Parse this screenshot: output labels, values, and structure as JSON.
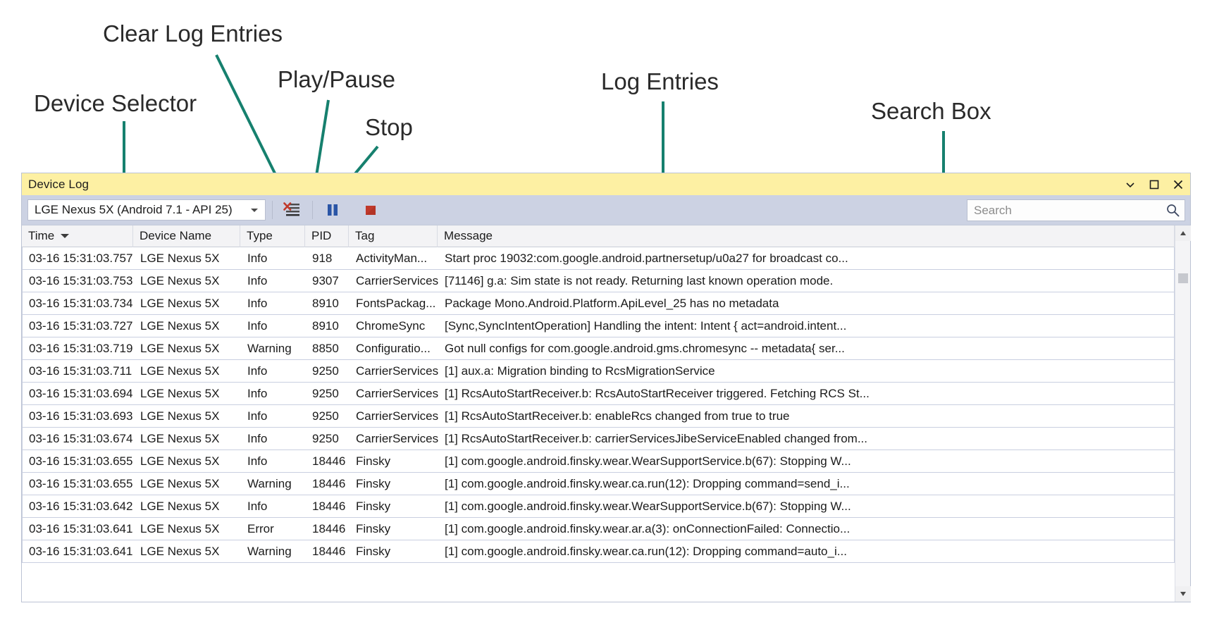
{
  "annotations": [
    {
      "name": "clear-log-entries",
      "label": "Clear Log Entries"
    },
    {
      "name": "play-pause",
      "label": "Play/Pause"
    },
    {
      "name": "stop",
      "label": "Stop"
    },
    {
      "name": "device-selector",
      "label": "Device Selector"
    },
    {
      "name": "log-entries",
      "label": "Log Entries"
    },
    {
      "name": "search-box",
      "label": "Search Box"
    }
  ],
  "window": {
    "title": "Device Log",
    "titlebar_color": "#fdf0a3",
    "toolbar_color": "#ccd2e3",
    "controls": [
      {
        "name": "dropdown-menu-icon",
        "glyph": "chevron-down-icon"
      },
      {
        "name": "maximize-icon",
        "glyph": "square-icon"
      },
      {
        "name": "close-icon",
        "glyph": "x-icon"
      }
    ]
  },
  "toolbar": {
    "device_selected": "LGE Nexus 5X (Android 7.1 - API 25)",
    "buttons": [
      {
        "name": "clear-log-button",
        "icon": "clear-log-icon",
        "tooltip": "Clear Log Entries"
      },
      {
        "name": "pause-button",
        "icon": "pause-icon",
        "tooltip": "Play/Pause"
      },
      {
        "name": "stop-button",
        "icon": "stop-icon",
        "tooltip": "Stop"
      }
    ],
    "accent_blue": "#2a55a6",
    "accent_red": "#c0392b"
  },
  "search": {
    "placeholder": "Search",
    "value": "",
    "icon": "magnifier-icon"
  },
  "grid": {
    "columns": [
      {
        "key": "time",
        "label": "Time",
        "sorted": true,
        "sort_dir": "desc"
      },
      {
        "key": "device",
        "label": "Device Name",
        "sorted": false
      },
      {
        "key": "type",
        "label": "Type",
        "sorted": false
      },
      {
        "key": "pid",
        "label": "PID",
        "sorted": false
      },
      {
        "key": "tag",
        "label": "Tag",
        "sorted": false
      },
      {
        "key": "message",
        "label": "Message",
        "sorted": false
      }
    ],
    "rows": [
      {
        "time": "03-16 15:31:03.757",
        "device": "LGE Nexus 5X",
        "type": "Info",
        "pid": "918",
        "tag": "ActivityMan...",
        "message": "Start proc 19032:com.google.android.partnersetup/u0a27 for broadcast co..."
      },
      {
        "time": "03-16 15:31:03.753",
        "device": "LGE Nexus 5X",
        "type": "Info",
        "pid": "9307",
        "tag": "CarrierServices",
        "message": "[71146] g.a: Sim state is not ready. Returning last known operation mode."
      },
      {
        "time": "03-16 15:31:03.734",
        "device": "LGE Nexus 5X",
        "type": "Info",
        "pid": "8910",
        "tag": "FontsPackag...",
        "message": "Package Mono.Android.Platform.ApiLevel_25 has no metadata"
      },
      {
        "time": "03-16 15:31:03.727",
        "device": "LGE Nexus 5X",
        "type": "Info",
        "pid": "8910",
        "tag": "ChromeSync",
        "message": "[Sync,SyncIntentOperation] Handling the intent: Intent { act=android.intent..."
      },
      {
        "time": "03-16 15:31:03.719",
        "device": "LGE Nexus 5X",
        "type": "Warning",
        "pid": "8850",
        "tag": "Configuratio...",
        "message": "Got null configs for com.google.android.gms.chromesync -- metadata{ ser..."
      },
      {
        "time": "03-16 15:31:03.711",
        "device": "LGE Nexus 5X",
        "type": "Info",
        "pid": "9250",
        "tag": "CarrierServices",
        "message": "[1] aux.a: Migration binding to RcsMigrationService"
      },
      {
        "time": "03-16 15:31:03.694",
        "device": "LGE Nexus 5X",
        "type": "Info",
        "pid": "9250",
        "tag": "CarrierServices",
        "message": "[1] RcsAutoStartReceiver.b: RcsAutoStartReceiver triggered. Fetching RCS St..."
      },
      {
        "time": "03-16 15:31:03.693",
        "device": "LGE Nexus 5X",
        "type": "Info",
        "pid": "9250",
        "tag": "CarrierServices",
        "message": "[1] RcsAutoStartReceiver.b: enableRcs changed from true to true"
      },
      {
        "time": "03-16 15:31:03.674",
        "device": "LGE Nexus 5X",
        "type": "Info",
        "pid": "9250",
        "tag": "CarrierServices",
        "message": "[1] RcsAutoStartReceiver.b: carrierServicesJibeServiceEnabled changed from..."
      },
      {
        "time": "03-16 15:31:03.655",
        "device": "LGE Nexus 5X",
        "type": "Info",
        "pid": "18446",
        "tag": "Finsky",
        "message": "[1] com.google.android.finsky.wear.WearSupportService.b(67): Stopping W..."
      },
      {
        "time": "03-16 15:31:03.655",
        "device": "LGE Nexus 5X",
        "type": "Warning",
        "pid": "18446",
        "tag": "Finsky",
        "message": "[1] com.google.android.finsky.wear.ca.run(12): Dropping command=send_i..."
      },
      {
        "time": "03-16 15:31:03.642",
        "device": "LGE Nexus 5X",
        "type": "Info",
        "pid": "18446",
        "tag": "Finsky",
        "message": "[1] com.google.android.finsky.wear.WearSupportService.b(67): Stopping W..."
      },
      {
        "time": "03-16 15:31:03.641",
        "device": "LGE Nexus 5X",
        "type": "Error",
        "pid": "18446",
        "tag": "Finsky",
        "message": "[1] com.google.android.finsky.wear.ar.a(3): onConnectionFailed: Connectio..."
      },
      {
        "time": "03-16 15:31:03.641",
        "device": "LGE Nexus 5X",
        "type": "Warning",
        "pid": "18446",
        "tag": "Finsky",
        "message": "[1] com.google.android.finsky.wear.ca.run(12): Dropping command=auto_i..."
      }
    ]
  },
  "scrollbar": {
    "up_icon": "triangle-up-icon",
    "down_icon": "triangle-down-icon"
  }
}
